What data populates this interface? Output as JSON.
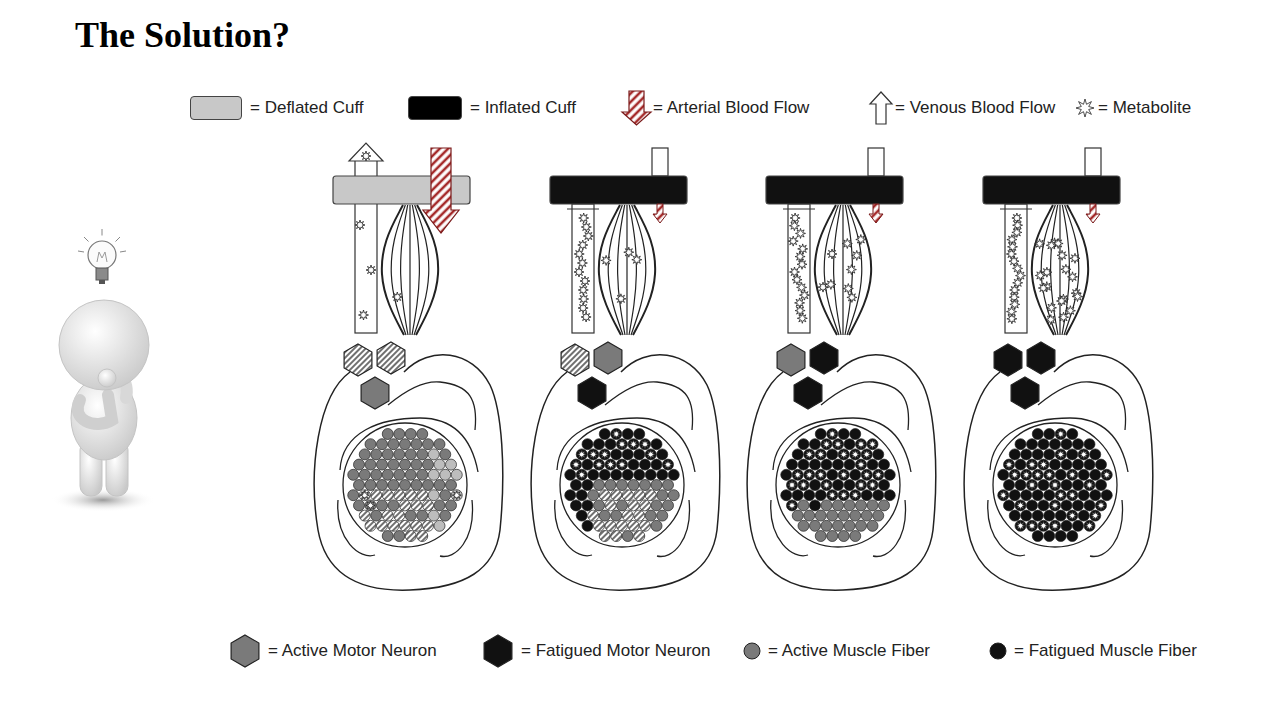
{
  "diagram": {
    "title": "The Solution?",
    "legend": [
      {
        "text": "= Deflated Cuff",
        "color": "#c8c8c8"
      },
      {
        "text": "= Inflated Cuff",
        "color": "#000000"
      },
      {
        "text": "= Arterial Blood Flow"
      },
      {
        "text": "= Venous Blood Flow"
      },
      {
        "text": "= Metabolite"
      },
      {
        "text": "= Active Motor Neuron"
      },
      {
        "text": "= Fatigued Motor Neuron"
      },
      {
        "text": "= Active Muscle Fiber"
      },
      {
        "text": "= Fatigued Muscle Fiber"
      }
    ]
  }
}
